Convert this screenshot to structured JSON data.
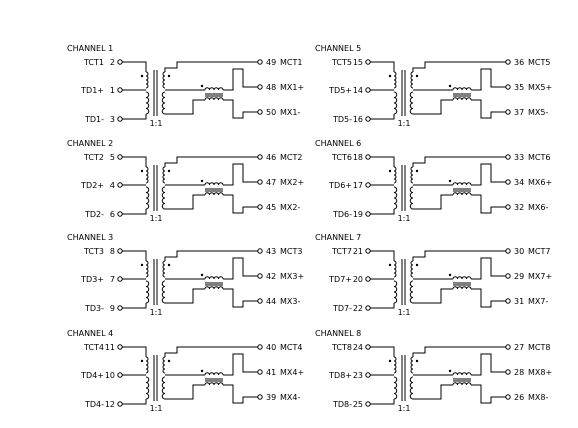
{
  "diagram": {
    "ratio_label": "1:1",
    "channels": [
      {
        "title": "CHANNEL 1",
        "pins": {
          "ct": {
            "name": "TCT1",
            "num": "2"
          },
          "p": {
            "name": "TD1+",
            "num": "1"
          },
          "n": {
            "name": "TD1-",
            "num": "3"
          },
          "mct": {
            "num": "49",
            "name": "MCT1"
          },
          "mxp": {
            "num": "48",
            "name": "MX1+"
          },
          "mxn": {
            "num": "50",
            "name": "MX1-"
          }
        }
      },
      {
        "title": "CHANNEL 2",
        "pins": {
          "ct": {
            "name": "TCT2",
            "num": "5"
          },
          "p": {
            "name": "TD2+",
            "num": "4"
          },
          "n": {
            "name": "TD2-",
            "num": "6"
          },
          "mct": {
            "num": "46",
            "name": "MCT2"
          },
          "mxp": {
            "num": "47",
            "name": "MX2+"
          },
          "mxn": {
            "num": "45",
            "name": "MX2-"
          }
        }
      },
      {
        "title": "CHANNEL 3",
        "pins": {
          "ct": {
            "name": "TCT3",
            "num": "8"
          },
          "p": {
            "name": "TD3+",
            "num": "7"
          },
          "n": {
            "name": "TD3-",
            "num": "9"
          },
          "mct": {
            "num": "43",
            "name": "MCT3"
          },
          "mxp": {
            "num": "42",
            "name": "MX3+"
          },
          "mxn": {
            "num": "44",
            "name": "MX3-"
          }
        }
      },
      {
        "title": "CHANNEL 4",
        "pins": {
          "ct": {
            "name": "TCT4",
            "num": "11"
          },
          "p": {
            "name": "TD4+",
            "num": "10"
          },
          "n": {
            "name": "TD4-",
            "num": "12"
          },
          "mct": {
            "num": "40",
            "name": "MCT4"
          },
          "mxp": {
            "num": "41",
            "name": "MX4+"
          },
          "mxn": {
            "num": "39",
            "name": "MX4-"
          }
        }
      },
      {
        "title": "CHANNEL 5",
        "pins": {
          "ct": {
            "name": "TCT5",
            "num": "15"
          },
          "p": {
            "name": "TD5+",
            "num": "14"
          },
          "n": {
            "name": "TD5-",
            "num": "16"
          },
          "mct": {
            "num": "36",
            "name": "MCT5"
          },
          "mxp": {
            "num": "35",
            "name": "MX5+"
          },
          "mxn": {
            "num": "37",
            "name": "MX5-"
          }
        }
      },
      {
        "title": "CHANNEL 6",
        "pins": {
          "ct": {
            "name": "TCT6",
            "num": "18"
          },
          "p": {
            "name": "TD6+",
            "num": "17"
          },
          "n": {
            "name": "TD6-",
            "num": "19"
          },
          "mct": {
            "num": "33",
            "name": "MCT6"
          },
          "mxp": {
            "num": "34",
            "name": "MX6+"
          },
          "mxn": {
            "num": "32",
            "name": "MX6-"
          }
        }
      },
      {
        "title": "CHANNEL 7",
        "pins": {
          "ct": {
            "name": "TCT7",
            "num": "21"
          },
          "p": {
            "name": "TD7+",
            "num": "20"
          },
          "n": {
            "name": "TD7-",
            "num": "22"
          },
          "mct": {
            "num": "30",
            "name": "MCT7"
          },
          "mxp": {
            "num": "29",
            "name": "MX7+"
          },
          "mxn": {
            "num": "31",
            "name": "MX7-"
          }
        }
      },
      {
        "title": "CHANNEL 8",
        "pins": {
          "ct": {
            "name": "TCT8",
            "num": "24"
          },
          "p": {
            "name": "TD8+",
            "num": "23"
          },
          "n": {
            "name": "TD8-",
            "num": "25"
          },
          "mct": {
            "num": "27",
            "name": "MCT8"
          },
          "mxp": {
            "num": "28",
            "name": "MX8+"
          },
          "mxn": {
            "num": "26",
            "name": "MX8-"
          }
        }
      }
    ]
  }
}
